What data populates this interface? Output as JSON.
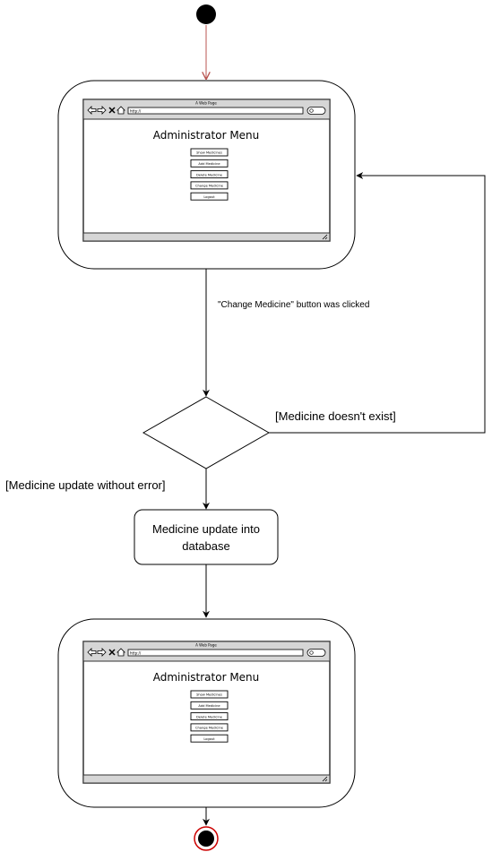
{
  "edges": {
    "change_clicked": "\"Change Medicine\" button was clicked",
    "doesnt_exist": "[Medicine doesn't exist]",
    "update_ok": "[Medicine update without error]"
  },
  "action": {
    "line1": "Medicine update into",
    "line2": "database"
  },
  "mockup": {
    "window_title": "A Web Page",
    "url": "http://",
    "heading": "Administrator Menu",
    "buttons": [
      "Show Medicines",
      "Add Medicine",
      "Delete Medicine",
      "Change Medicine",
      "Logout"
    ]
  },
  "colors": {
    "start_fill": "#000000",
    "start_arrow": "#b85450",
    "end_ring": "#cc0000",
    "stroke": "#000000"
  }
}
